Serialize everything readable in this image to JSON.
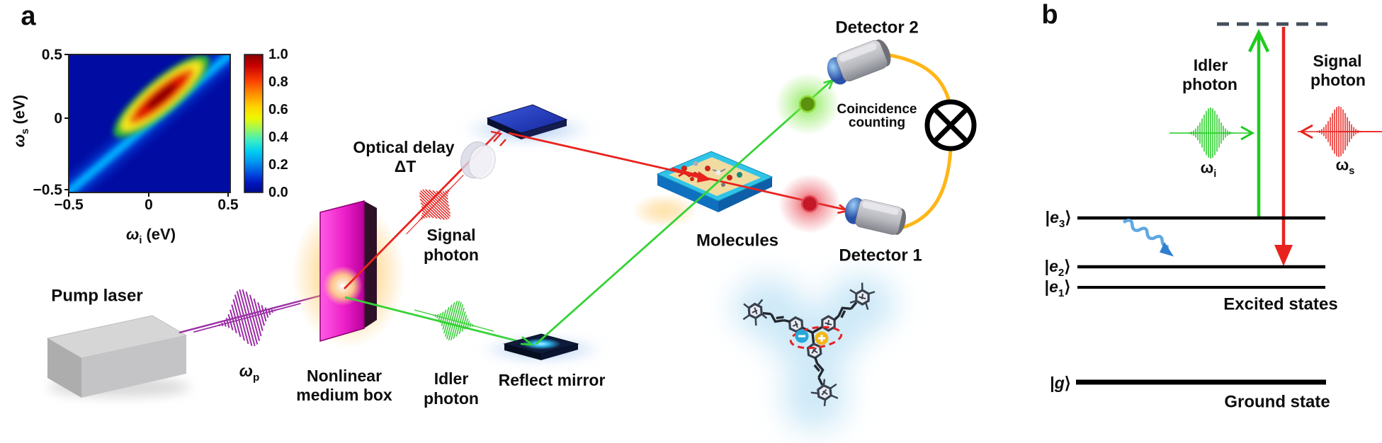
{
  "panel_a": {
    "label": "a",
    "inset": {
      "y_axis": {
        "base": "ω",
        "sub": "s",
        "unit": " (eV)"
      },
      "x_axis": {
        "base": "ω",
        "sub": "i",
        "unit": " (eV)"
      },
      "y_ticks": [
        "0.5",
        "0",
        "−0.5"
      ],
      "x_ticks": [
        "−0.5",
        "0",
        "0.5"
      ],
      "colorbar_ticks": [
        "1.0",
        "0.8",
        "0.6",
        "0.4",
        "0.2",
        "0.0"
      ]
    },
    "labels": {
      "pump_laser": "Pump laser",
      "omega_p": {
        "base": "ω",
        "sub": "p"
      },
      "nonlinear": [
        "Nonlinear",
        "medium box"
      ],
      "optical_delay": [
        "Optical delay",
        "ΔT"
      ],
      "signal_photon": [
        "Signal",
        "photon"
      ],
      "idler_photon": [
        "Idler",
        "photon"
      ],
      "reflect_mirror": "Reflect mirror",
      "molecules": "Molecules",
      "detector_2": "Detector 2",
      "detector_1": "Detector 1",
      "coincidence": [
        "Coincidence",
        "counting"
      ]
    }
  },
  "panel_b": {
    "label": "b",
    "labels": {
      "idler_photon": [
        "Idler",
        "photon"
      ],
      "signal_photon": [
        "Signal",
        "photon"
      ],
      "omega_i": {
        "base": "ω",
        "sub": "i"
      },
      "omega_s": {
        "base": "ω",
        "sub": "s"
      },
      "excited_states": "Excited states",
      "ground_state": "Ground state"
    },
    "levels": {
      "e3": {
        "pre": "|",
        "main": "e",
        "sub": "3",
        "post": "⟩"
      },
      "e2": {
        "pre": "|",
        "main": "e",
        "sub": "2",
        "post": "⟩"
      },
      "e1": {
        "pre": "|",
        "main": "e",
        "sub": "1",
        "post": "⟩"
      },
      "g": {
        "pre": "|",
        "main": "g",
        "post": "⟩"
      }
    }
  },
  "chart_data": {
    "type": "heatmap",
    "title": "",
    "xlabel": "ω_i (eV)",
    "ylabel": "ω_s (eV)",
    "xlim": [
      -0.5,
      0.5
    ],
    "ylim": [
      -0.5,
      0.5
    ],
    "x_ticks": [
      -0.5,
      0,
      0.5
    ],
    "y_ticks": [
      -0.5,
      0,
      0.5
    ],
    "colorbar_range": [
      0.0,
      1.0
    ],
    "colorbar_ticks": [
      1.0,
      0.8,
      0.6,
      0.4,
      0.2,
      0.0
    ],
    "colormap": "jet",
    "description": "Joint spectral intensity of entangled signal/idler photon pair: narrow bright ridge along the diagonal ω_i = ω_s over a near-zero (dark blue) background, peaking in an elongated ellipse",
    "peak": {
      "x": 0.1,
      "y": 0.18,
      "value": 1.0
    }
  },
  "colors": {
    "pump_beam": "#9B2FA5",
    "signal_beam": "#E8231E",
    "idler_beam": "#35D335",
    "cable": "#FFB616",
    "nonlinear_box": "#E61BC8",
    "box_glow": "#FFC050",
    "virtual_level_dash": "#454E5A",
    "relaxation_arrow": "#5FA8E2",
    "energy_level": "#000000",
    "coincidence_symbol": "#000000"
  }
}
